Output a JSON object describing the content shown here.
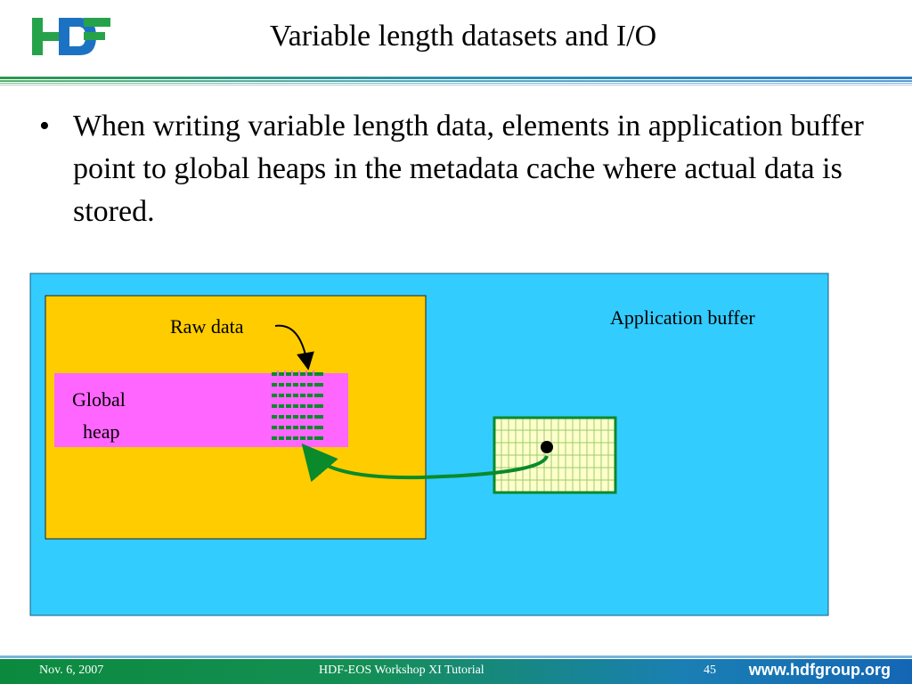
{
  "header": {
    "title": "Variable length datasets and I/O"
  },
  "logo": {
    "text": "HDF"
  },
  "content": {
    "bullet": "When writing variable length data, elements in application buffer point to global heaps in the metadata cache where actual data is stored."
  },
  "diagram": {
    "metadata_cache_color": "#FFCC00",
    "global_heap_color": "#FF66FF",
    "app_buffer_region_color": "#33CCFF",
    "raw_data_label": "Raw data",
    "global_heap_label_line1": "Global",
    "global_heap_label_line2": "heap",
    "app_buffer_label": "Application buffer"
  },
  "footer": {
    "date": "Nov. 6, 2007",
    "center": "HDF-EOS Workshop XI Tutorial",
    "page": "45",
    "url": "www.hdfgroup.org"
  }
}
